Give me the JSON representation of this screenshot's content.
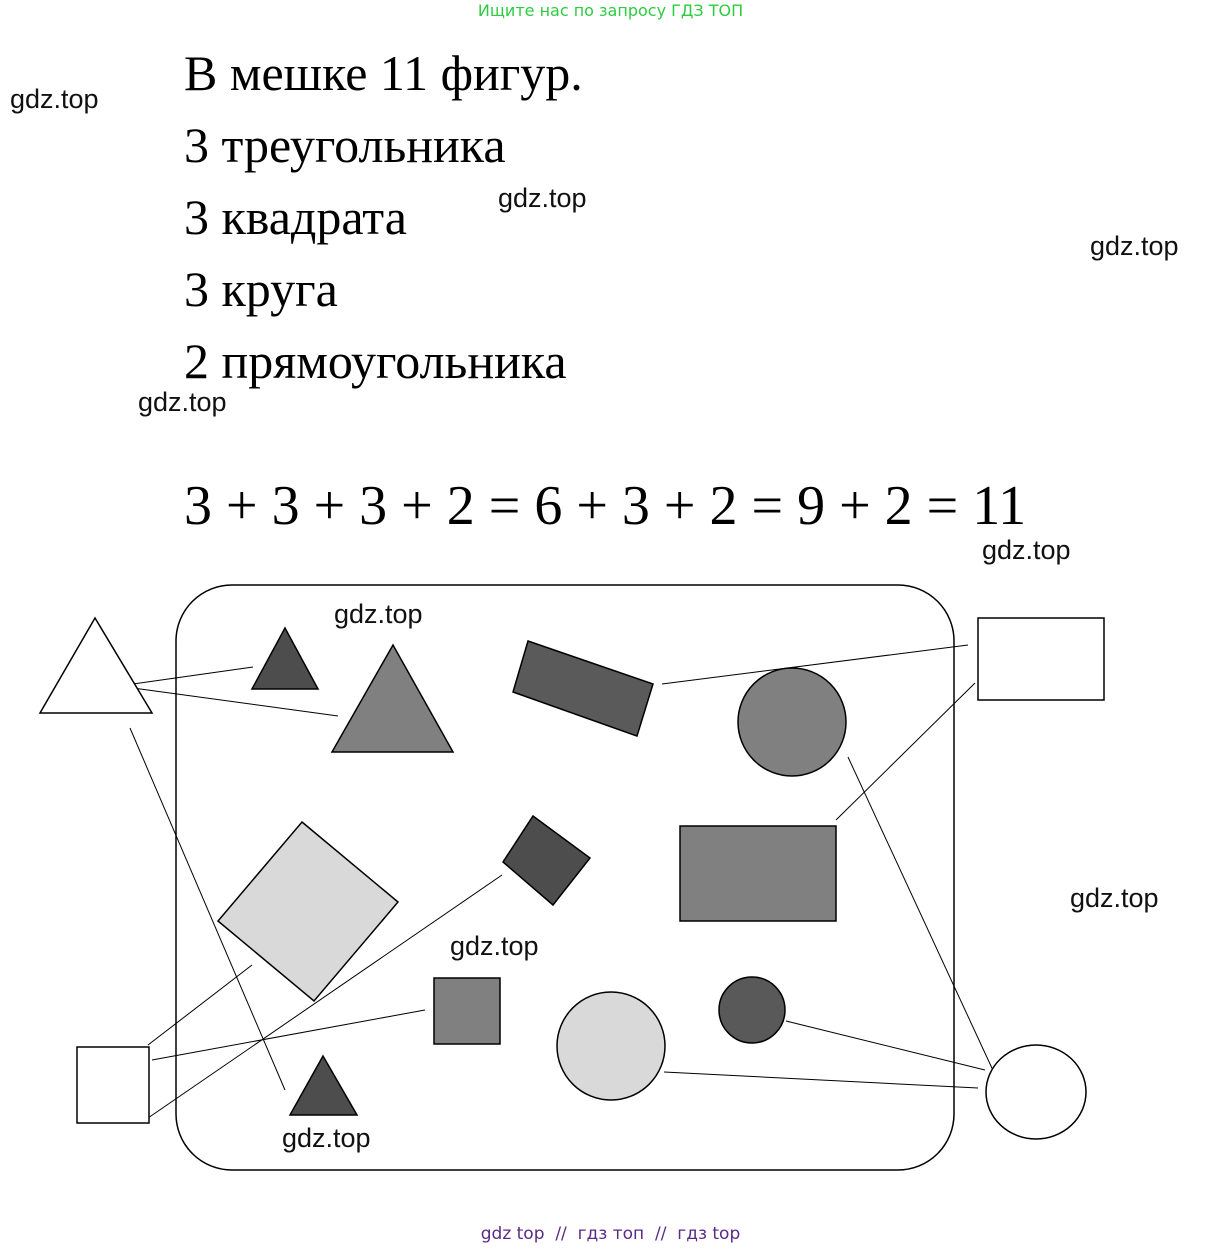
{
  "banner": "Ищите нас по запросу ГДЗ ТОП",
  "lines": [
    "В мешке 11 фигур.",
    "3 треугольника",
    "3 квадрата",
    "3 круга",
    "2 прямоугольника"
  ],
  "equation": "3 + 3 + 3 + 2 = 6 + 3 + 2 = 9 + 2 = 11",
  "watermark": "gdz.top",
  "footer": {
    "a": "gdz top",
    "sep": "//",
    "b": "гдз топ",
    "c": "гдз top"
  },
  "colors": {
    "dark": "#4d4d4d",
    "mid": "#808080",
    "light": "#d9d9d9"
  }
}
